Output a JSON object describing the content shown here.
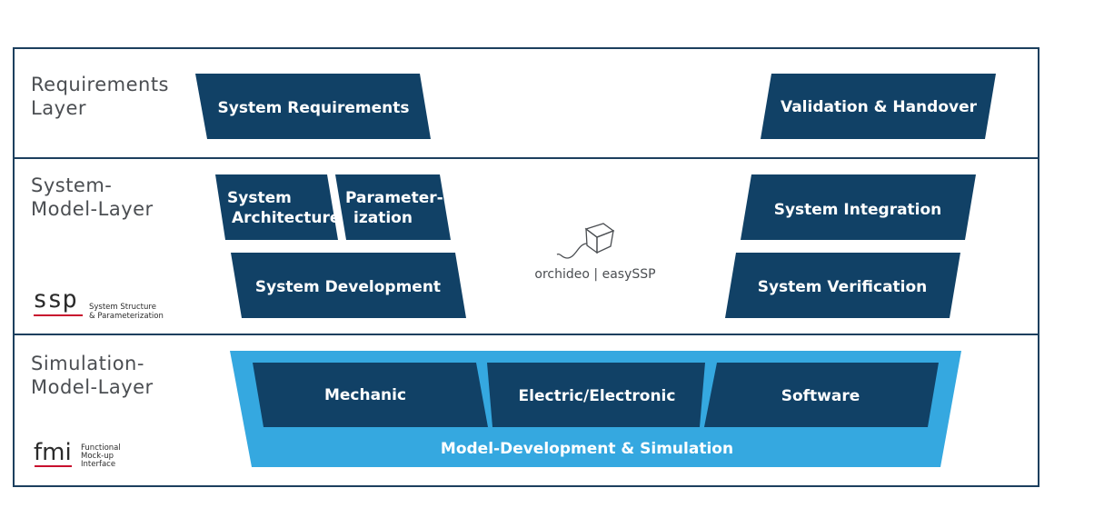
{
  "layers": {
    "requirements": {
      "line1": "Requirements",
      "line2": "Layer"
    },
    "system_model": {
      "line1": "System-",
      "line2": "Model-Layer"
    },
    "simulation_model": {
      "line1": "Simulation-",
      "line2": "Model-Layer"
    }
  },
  "boxes": {
    "system_requirements": "System Requirements",
    "validation_handover": "Validation & Handover",
    "system_architecture_line1": "System",
    "system_architecture_line2": "Architecture",
    "parameterization_line1": "Parameter-",
    "parameterization_line2": "ization",
    "system_development": "System Development",
    "system_integration": "System Integration",
    "system_verification": "System Verification",
    "mechanic": "Mechanic",
    "electric_electronic": "Electric/Electronic",
    "software": "Software",
    "model_development": "Model-Development & Simulation"
  },
  "center_logo": {
    "text": "orchideo | easySSP"
  },
  "ssp_logo": {
    "mark": "ssp",
    "line1": "System Structure",
    "line2": "& Parameterization"
  },
  "fmi_logo": {
    "mark": "fmi",
    "line1": "Functional",
    "line2": "Mock-up",
    "line3": "Interface"
  },
  "colors": {
    "dark_box": "#114166",
    "light_blue": "#35a8e0",
    "border": "#1c3f5e",
    "accent_red": "#c8102e"
  }
}
